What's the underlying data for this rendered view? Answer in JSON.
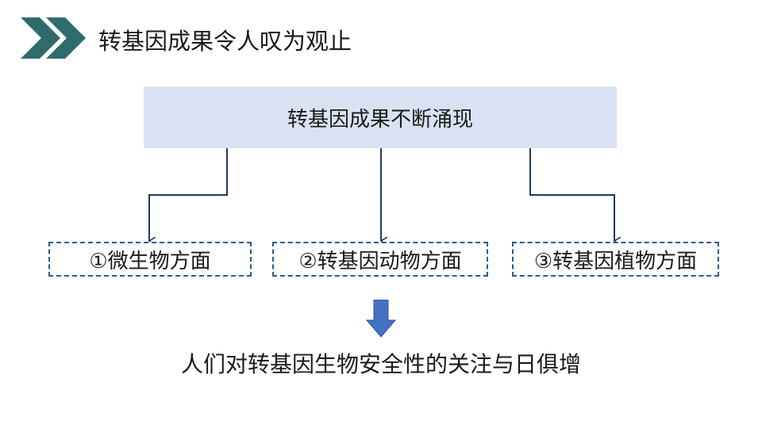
{
  "title": "转基因成果令人叹为观止",
  "top_box": {
    "label": "转基因成果不断涌现"
  },
  "branches": [
    {
      "label": "①微生物方面"
    },
    {
      "label": "②转基因动物方面"
    },
    {
      "label": "③转基因植物方面"
    }
  ],
  "conclusion": "人们对转基因生物安全性的关注与日俱增",
  "colors": {
    "chevron": "#2f6b6b",
    "top_box_fill": "#d9e2f3",
    "connector": "#1f3a5f",
    "dashed_border": "#2e5b8e",
    "down_arrow": "#4472c4"
  },
  "icons": {
    "header": "double-chevron-right-icon",
    "flow": "down-arrow-icon"
  }
}
